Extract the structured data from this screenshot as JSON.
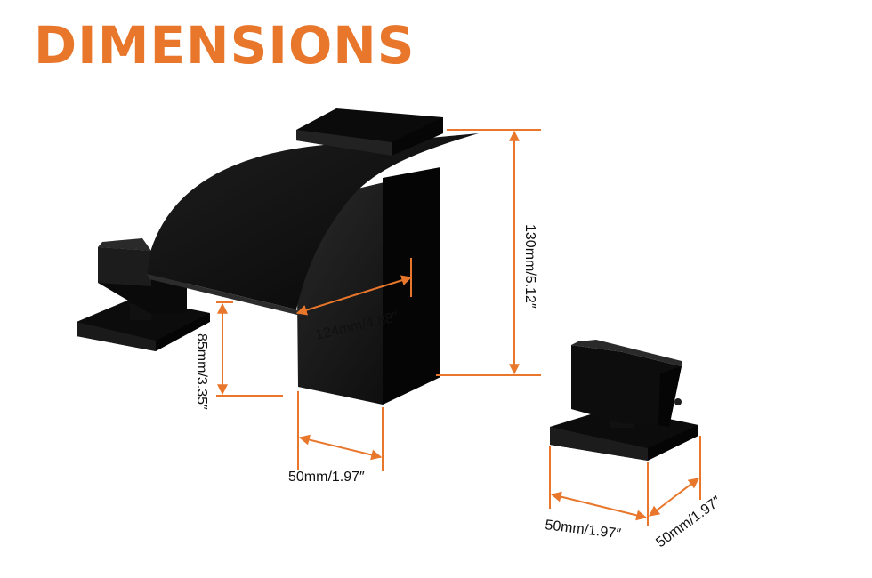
{
  "title": "DIMENSIONS",
  "colors": {
    "title": "#e8762b",
    "dimension_line": "#e8762b",
    "product": "#0d0d0d",
    "label": "#111111"
  },
  "dimensions": {
    "spout_height": "130mm/5.12″",
    "spout_reach": "124mm/4.88″",
    "handle_height": "85mm/3.35″",
    "spout_base_width": "50mm/1.97″",
    "handle_base_width": "50mm/1.97″",
    "handle_base_depth": "50mm/1.97″"
  }
}
